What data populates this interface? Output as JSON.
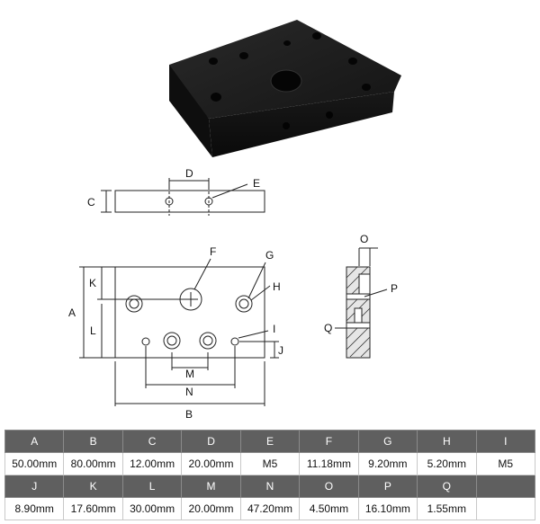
{
  "diagram_labels": {
    "A": "A",
    "B": "B",
    "C": "C",
    "D": "D",
    "E": "E",
    "F": "F",
    "G": "G",
    "H": "H",
    "I": "I",
    "J": "J",
    "K": "K",
    "L": "L",
    "M": "M",
    "N": "N",
    "O": "O",
    "P": "P",
    "Q": "Q"
  },
  "spec_table": {
    "rows": [
      {
        "headers": [
          "A",
          "B",
          "C",
          "D",
          "E",
          "F",
          "G",
          "H",
          "I"
        ],
        "values": [
          "50.00mm",
          "80.00mm",
          "12.00mm",
          "20.00mm",
          "M5",
          "11.18mm",
          "9.20mm",
          "5.20mm",
          "M5"
        ]
      },
      {
        "headers": [
          "J",
          "K",
          "L",
          "M",
          "N",
          "O",
          "P",
          "Q",
          ""
        ],
        "values": [
          "8.90mm",
          "17.60mm",
          "30.00mm",
          "20.00mm",
          "47.20mm",
          "4.50mm",
          "16.10mm",
          "1.55mm",
          ""
        ]
      }
    ]
  },
  "colors": {
    "header_bg": "#5f5f5f",
    "part_body": "#1b1b1b",
    "hatch_fill": "#e6e6e6"
  }
}
